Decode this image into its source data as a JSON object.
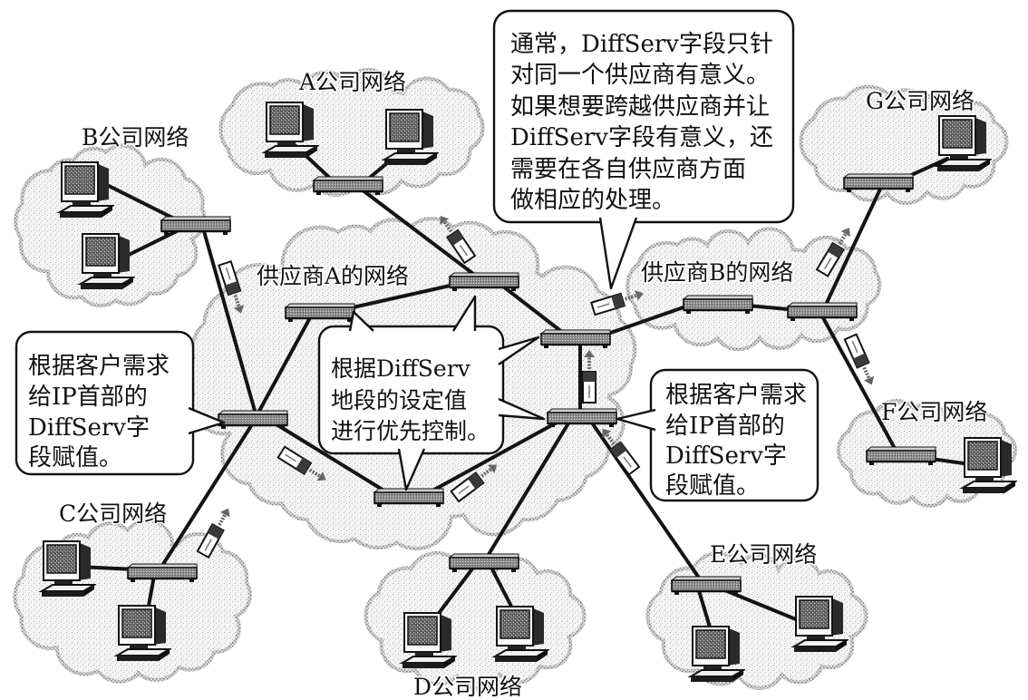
{
  "labels": {
    "company_a": "A公司网络",
    "company_b": "B公司网络",
    "company_c": "C公司网络",
    "company_d": "D公司网络",
    "company_e": "E公司网络",
    "company_f": "F公司网络",
    "company_g": "G公司网络",
    "provider_a": "供应商A的网络",
    "provider_b": "供应商B的网络"
  },
  "callouts": {
    "top": [
      "通常，DiffServ字段只针",
      "对同一个供应商有意义。",
      "如果想要跨越供应商并让",
      "DiffServ字段有意义，还",
      "需要在各自供应商方面",
      "做相应的处理。"
    ],
    "left": [
      "根据客户需求",
      "给IP首部的",
      "DiffServ字",
      "段赋值。"
    ],
    "center": [
      "根据DiffServ",
      "地段的设定值",
      "进行优先控制。"
    ],
    "right": [
      "根据客户需求",
      "给IP首部的",
      "DiffServ字",
      "段赋值。"
    ]
  }
}
